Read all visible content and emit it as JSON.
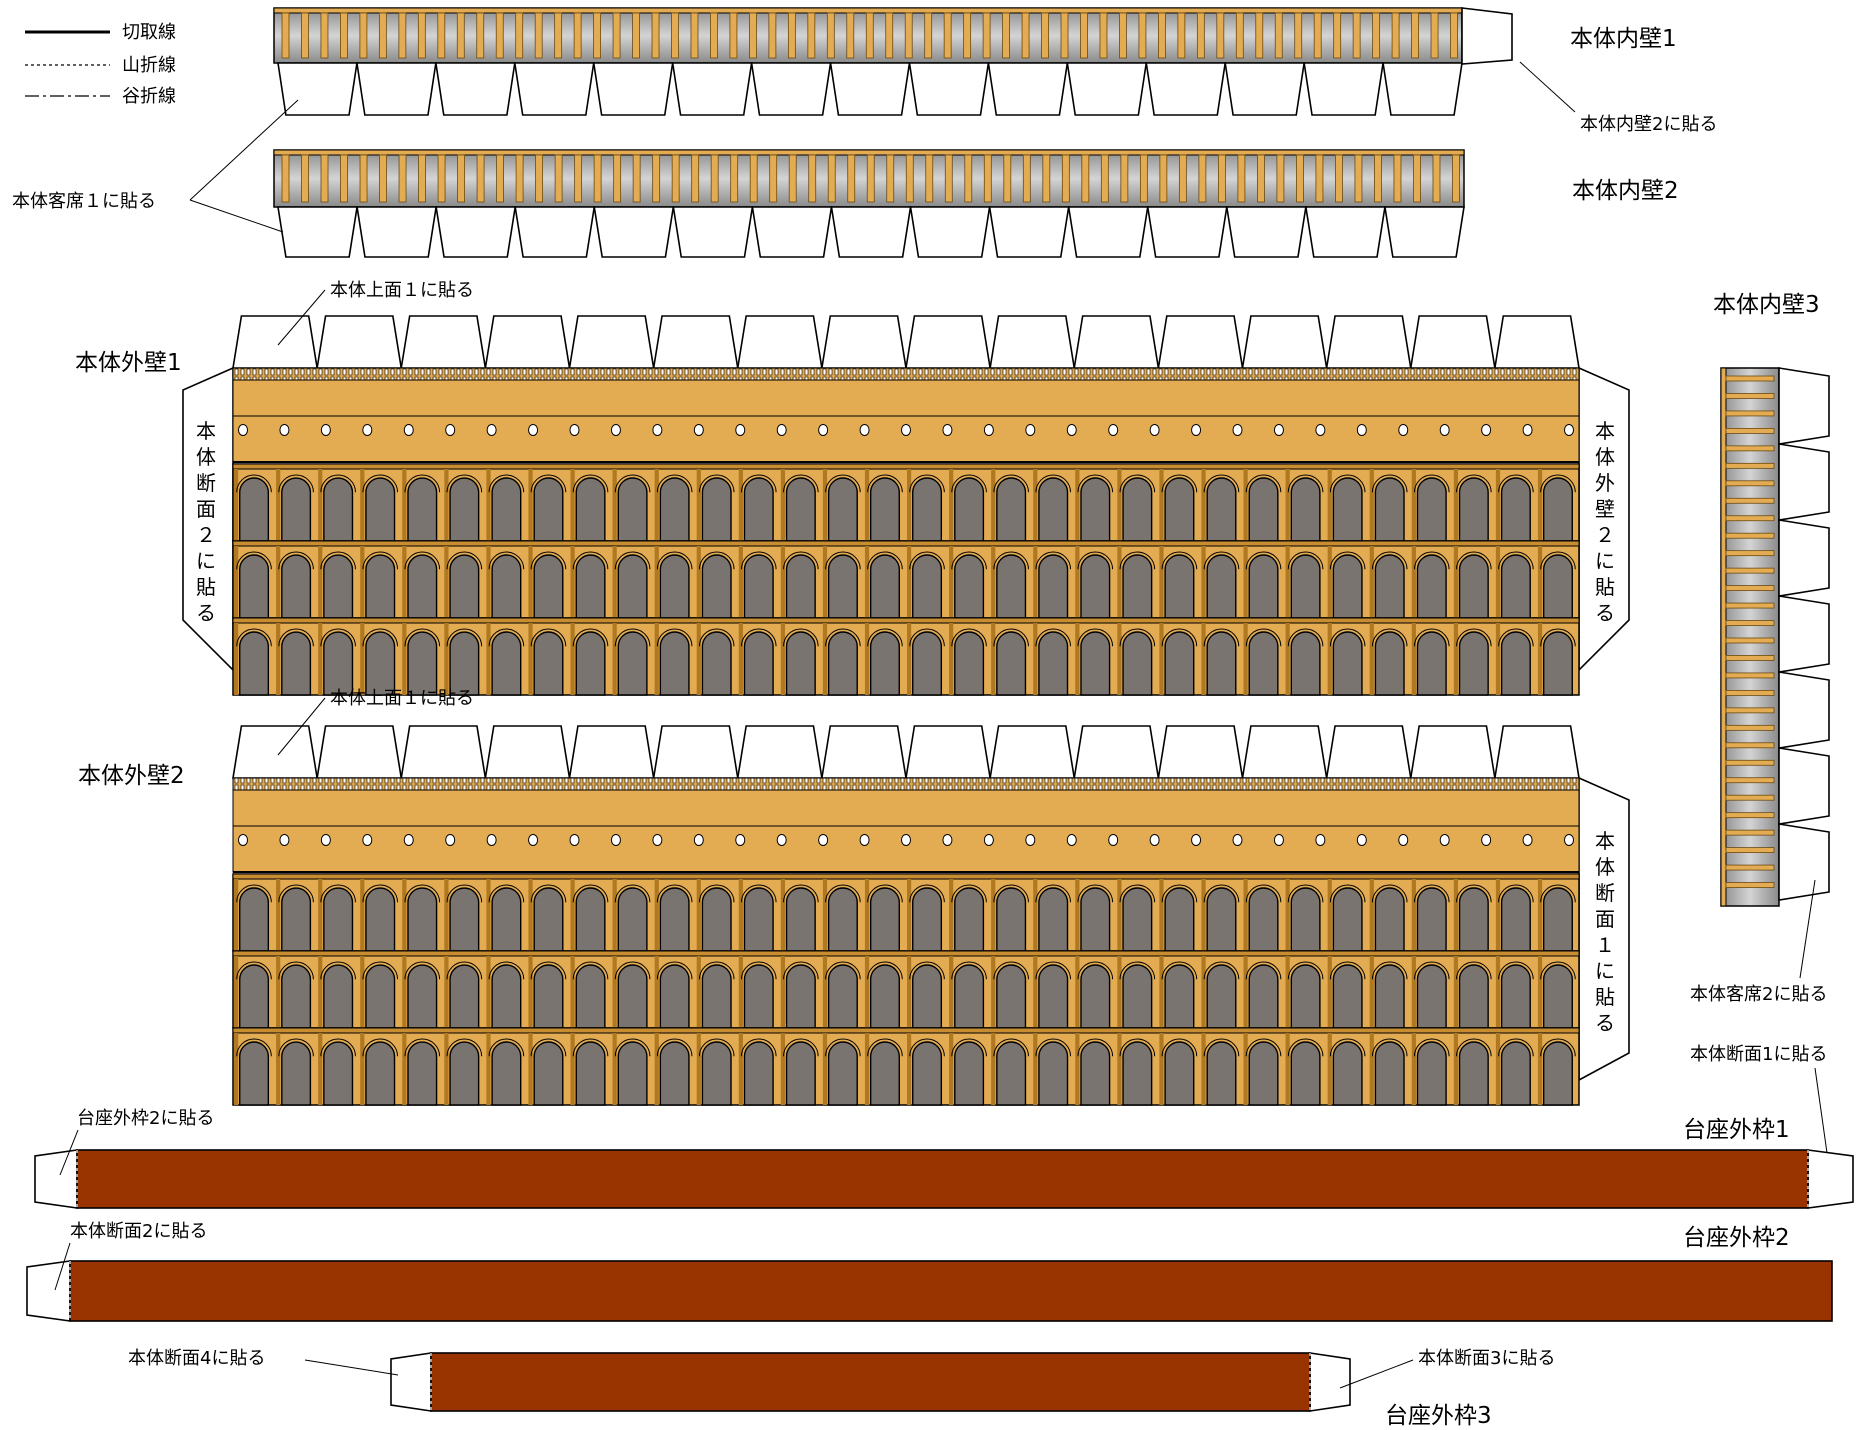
{
  "legend": [
    {
      "style": "solid",
      "label": "切取線"
    },
    {
      "style": "dashed",
      "label": "山折線"
    },
    {
      "style": "dashdot",
      "label": "谷折線"
    }
  ],
  "parts": {
    "inner_wall_1": {
      "title": "本体内壁1",
      "note": "本体内壁2に貼る"
    },
    "inner_wall_2": {
      "title": "本体内壁2"
    },
    "seats_1_note": "本体客席１に貼る",
    "outer_wall_1": {
      "title": "本体外壁1",
      "top_note": "本体上面１に貼る",
      "left_tab": "本体断面２に貼る",
      "right_tab": "本体外壁２に貼る"
    },
    "outer_wall_2": {
      "title": "本体外壁2",
      "top_note": "本体上面１に貼る",
      "right_tab": "本体断面１に貼る"
    },
    "inner_wall_3": {
      "title": "本体内壁3",
      "note_seats": "本体客席2に貼る",
      "note_section": "本体断面1に貼る"
    },
    "base_frame_1": {
      "title": "台座外枠1",
      "note": "台座外枠2に貼る"
    },
    "base_frame_2": {
      "title": "台座外枠2",
      "note": "本体断面2に貼る"
    },
    "base_frame_3": {
      "title": "台座外枠3",
      "note_left": "本体断面4に貼る",
      "note_right": "本体断面3に貼る"
    }
  },
  "colors": {
    "gold": "#E3AC52",
    "gold_dark": "#B07820",
    "arch_gray": "#7A7470",
    "inner_gray": "#A8A8A8",
    "base_brown": "#993300",
    "line": "#000000"
  }
}
